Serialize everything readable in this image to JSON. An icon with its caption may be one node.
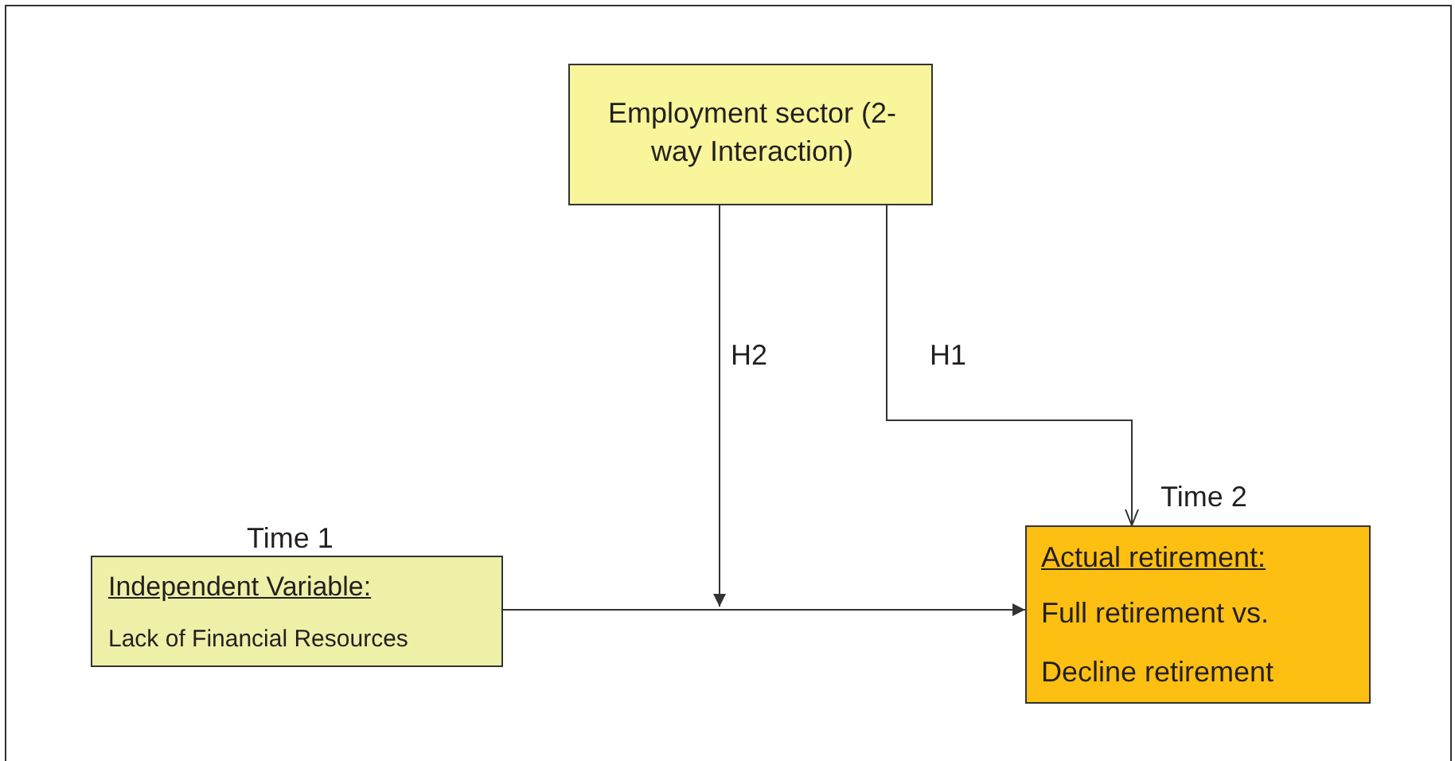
{
  "diagram": {
    "nodes": [
      {
        "text": [
          "Employment sector (2-way Interaction)"
        ]
      },
      {
        "text": [
          "Independent Variable:",
          "Lack of Financial Resources"
        ],
        "beside": [
          "Time 1"
        ]
      },
      {
        "text": [
          "Actual retirement:",
          "Full retirement vs. Decline retirement"
        ],
        "beside": [
          "Time 2"
        ]
      }
    ],
    "edges": [
      {
        "from": 0,
        "to": null,
        "arrow": "to",
        "label": "H2"
      },
      {
        "from": 0,
        "to": 2,
        "arrow": "to",
        "label": "H1"
      },
      {
        "from": 1,
        "to": 2,
        "arrow": "to"
      }
    ]
  }
}
